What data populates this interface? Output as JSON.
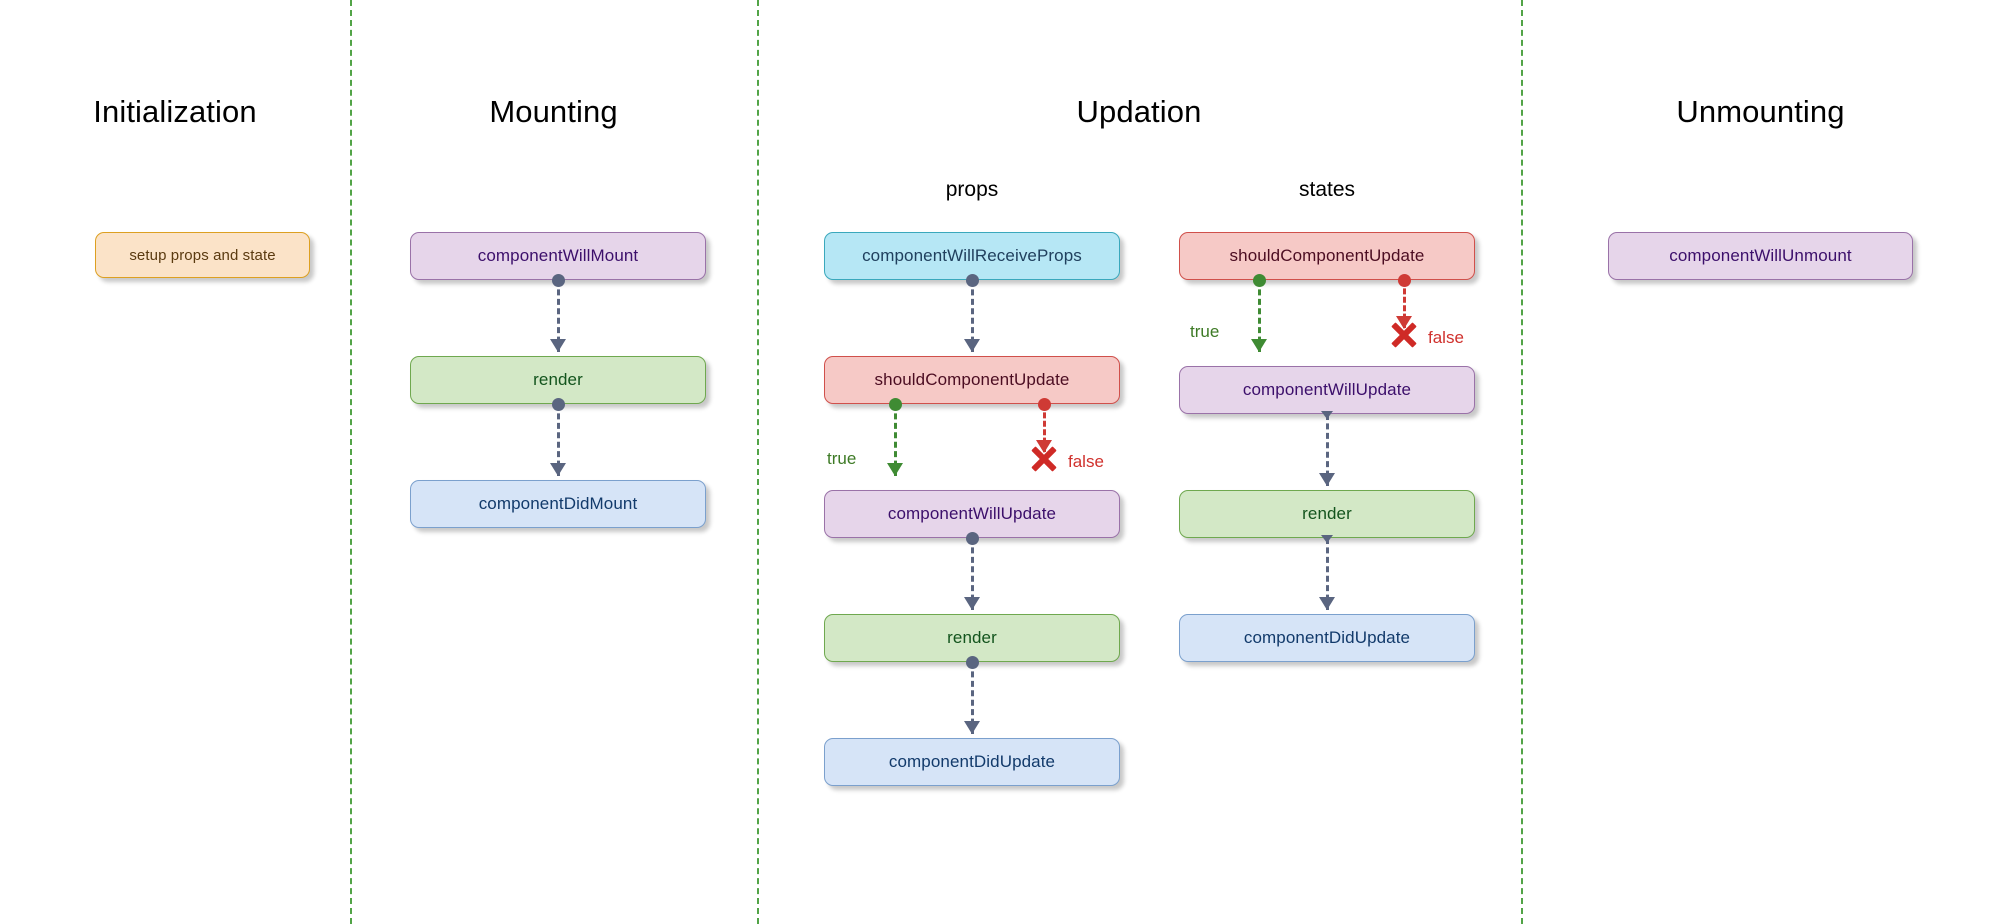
{
  "diagram": {
    "title_labels": {
      "initialization": "Initialization",
      "mounting": "Mounting",
      "updation": "Updation",
      "unmounting": "Unmounting"
    },
    "sub_labels": {
      "props": "props",
      "states": "states"
    },
    "branch_labels": {
      "true": "true",
      "false": "false"
    },
    "nodes": {
      "setup_props_and_state": "setup props and state",
      "component_will_mount": "componentWillMount",
      "render_mounting": "render",
      "component_did_mount": "componentDidMount",
      "component_will_receive_props": "componentWillReceiveProps",
      "should_component_update_props": "shouldComponentUpdate",
      "component_will_update_props": "componentWillUpdate",
      "render_props": "render",
      "component_did_update_props": "componentDidUpdate",
      "should_component_update_states": "shouldComponentUpdate",
      "component_will_update_states": "componentWillUpdate",
      "render_states": "render",
      "component_did_update_states": "componentDidUpdate",
      "component_will_unmount": "componentWillUnmount"
    },
    "colors": {
      "divider": "#52a447",
      "purple_fill": "#e6d5ea",
      "purple_border": "#9a72a8",
      "green_fill": "#d3e8c6",
      "green_border": "#6fa84f",
      "blue_fill": "#d6e4f7",
      "blue_border": "#7ba0cd",
      "cyan_fill": "#b6e7f5",
      "cyan_border": "#3aa8bc",
      "red_fill": "#f6c9c6",
      "red_border": "#d0504b",
      "orange_fill": "#fbe3c8",
      "orange_border": "#dda021",
      "connector": "#5a6580",
      "true_branch": "#3f8b33",
      "false_branch": "#cf3a35"
    }
  }
}
